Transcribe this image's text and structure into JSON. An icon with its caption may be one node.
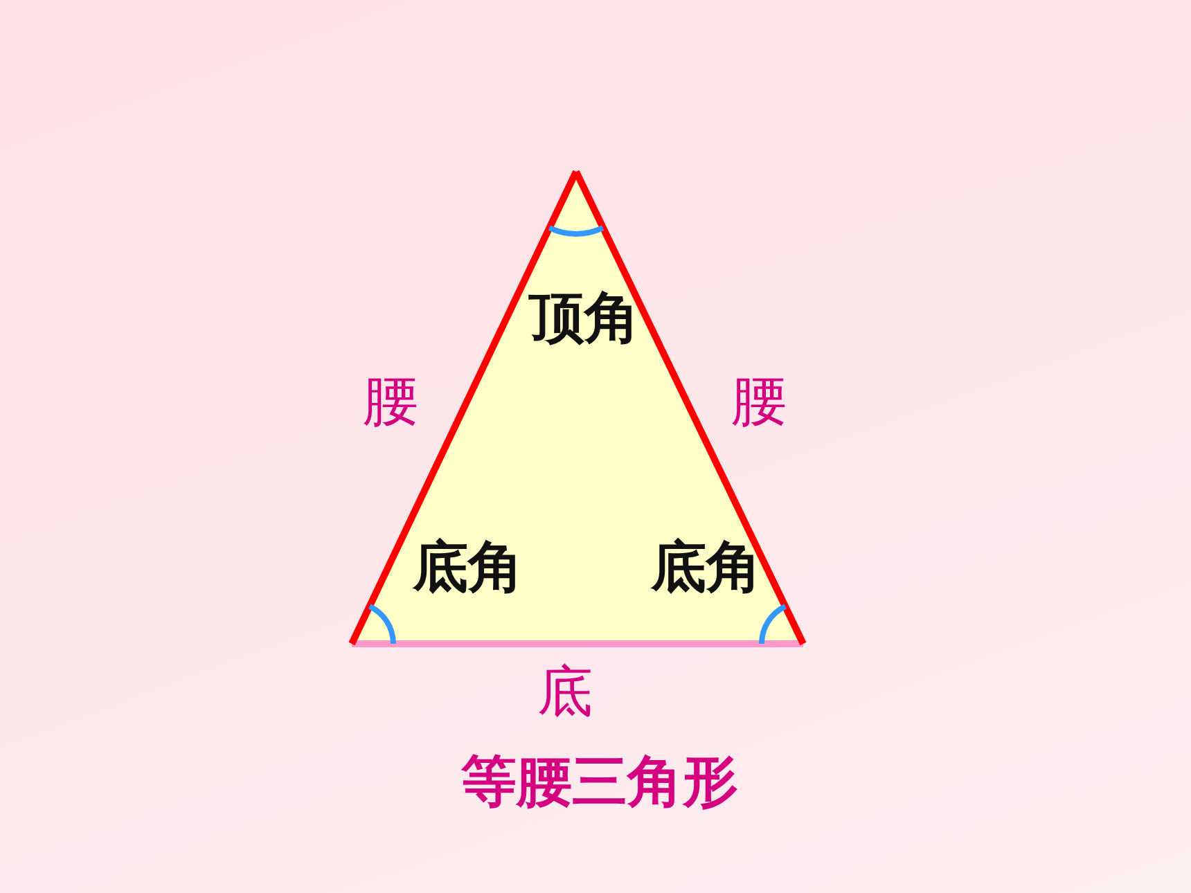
{
  "diagram": {
    "caption": "等腰三角形",
    "nodes": [
      {
        "text": [
          "顶角",
          "底角",
          "底角"
        ]
      }
    ],
    "labels": [
      "腰",
      "腰",
      "底"
    ]
  }
}
